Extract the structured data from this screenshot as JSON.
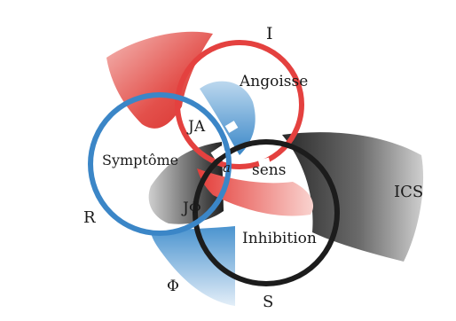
{
  "labels": {
    "imaginary": "I",
    "real": "R",
    "symbolic": "S",
    "angoisse": "Angoisse",
    "symptome": "Symptôme",
    "inhibition": "Inhibition",
    "ja": "JA",
    "jphi": "JΦ",
    "a": "a",
    "sens": "sens",
    "ics": "ICS",
    "phi": "Φ"
  },
  "colors": {
    "red": "#e4413f",
    "blue": "#3b86c7",
    "black": "#1c1c1c"
  }
}
